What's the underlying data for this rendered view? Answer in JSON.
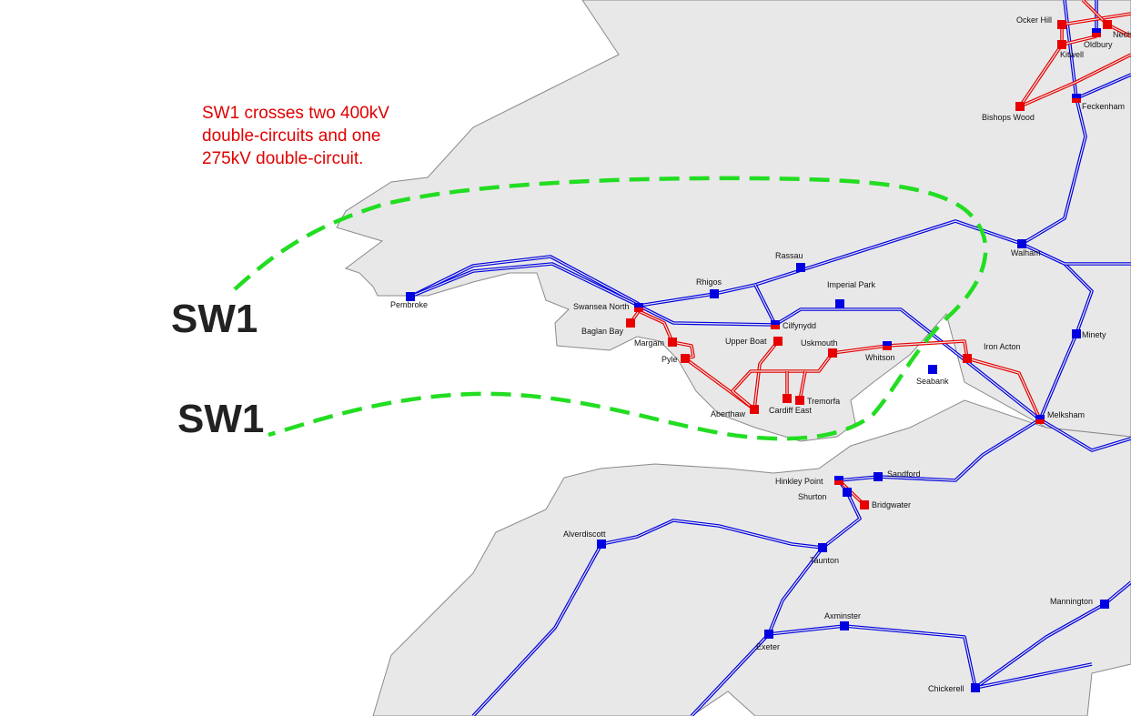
{
  "annotation": {
    "lines": [
      "SW1 crosses two 400kV",
      "double-circuits and one",
      "275kV double-circuit."
    ]
  },
  "boundary_labels": [
    "SW1",
    "SW1"
  ],
  "colors": {
    "land": "#e8e8e8",
    "coast": "#8a8a8a",
    "kv400": "#0000e0",
    "kv275": "#e80000",
    "boundary": "#22dd22",
    "note": "#e00000"
  },
  "substations": [
    {
      "name": "Pembroke",
      "type": "400"
    },
    {
      "name": "Swansea North",
      "type": "both"
    },
    {
      "name": "Baglan Bay",
      "type": "275"
    },
    {
      "name": "Margam",
      "type": "275"
    },
    {
      "name": "Pyle",
      "type": "275"
    },
    {
      "name": "Rhigos",
      "type": "400"
    },
    {
      "name": "Rassau",
      "type": "400"
    },
    {
      "name": "Imperial Park",
      "type": "400"
    },
    {
      "name": "Cilfynydd",
      "type": "both"
    },
    {
      "name": "Upper Boat",
      "type": "275"
    },
    {
      "name": "Uskmouth",
      "type": "275"
    },
    {
      "name": "Whitson",
      "type": "both"
    },
    {
      "name": "Seabank",
      "type": "400"
    },
    {
      "name": "Iron Acton",
      "type": "275"
    },
    {
      "name": "Aberthaw",
      "type": "275"
    },
    {
      "name": "Cardiff East",
      "type": "275"
    },
    {
      "name": "Tremorfa",
      "type": "275"
    },
    {
      "name": "Walham",
      "type": "400"
    },
    {
      "name": "Minety",
      "type": "400"
    },
    {
      "name": "Melksham",
      "type": "both"
    },
    {
      "name": "Hinkley Point",
      "type": "both"
    },
    {
      "name": "Shurton",
      "type": "400"
    },
    {
      "name": "Bridgwater",
      "type": "275"
    },
    {
      "name": "Sandford",
      "type": "400"
    },
    {
      "name": "Alverdiscott",
      "type": "400"
    },
    {
      "name": "Taunton",
      "type": "400"
    },
    {
      "name": "Exeter",
      "type": "400"
    },
    {
      "name": "Axminster",
      "type": "400"
    },
    {
      "name": "Chickerell",
      "type": "400"
    },
    {
      "name": "Mannington",
      "type": "400"
    },
    {
      "name": "Feckenham",
      "type": "both"
    },
    {
      "name": "Bishops Wood",
      "type": "275"
    },
    {
      "name": "Kitwell",
      "type": "275"
    },
    {
      "name": "Ocker Hill",
      "type": "275"
    },
    {
      "name": "Oldbury",
      "type": "both"
    },
    {
      "name": "Neche",
      "type": "275"
    }
  ]
}
